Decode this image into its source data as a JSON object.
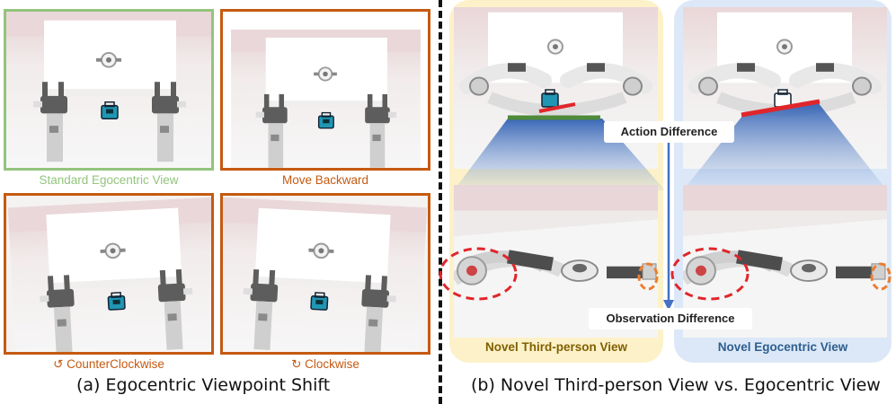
{
  "colors": {
    "green_frame": "#93c47d",
    "orange_frame": "#c55a11",
    "yellow_bg": "#fdf1c9",
    "blue_bg": "#dce8f7",
    "red_mark": "#e0262b",
    "green_mark": "#4f8a3a",
    "arrow_blue": "#4472c4",
    "object_cyan": "#1f97b3",
    "ring_orange": "#ed7d31"
  },
  "left_figure": {
    "panels": [
      {
        "caption": "Standard Egocentric View",
        "caption_color": "#93c47d"
      },
      {
        "caption": "Move Backward",
        "caption_color": "#c55a11"
      },
      {
        "caption": "↺ CounterClockwise",
        "caption_color": "#c55a11"
      },
      {
        "caption": "↻ Clockwise",
        "caption_color": "#c55a11"
      }
    ],
    "title": "(a) Egocentric Viewpoint Shift"
  },
  "right_figure": {
    "callouts": {
      "action": "Action Difference",
      "observation": "Observation Difference"
    },
    "columns": [
      {
        "label": "Novel Third-person View",
        "label_color": "#7f6000"
      },
      {
        "label": "Novel Egocentric View",
        "label_color": "#2e5e8e"
      }
    ],
    "title": "(b) Novel Third-person View vs. Egocentric View"
  }
}
